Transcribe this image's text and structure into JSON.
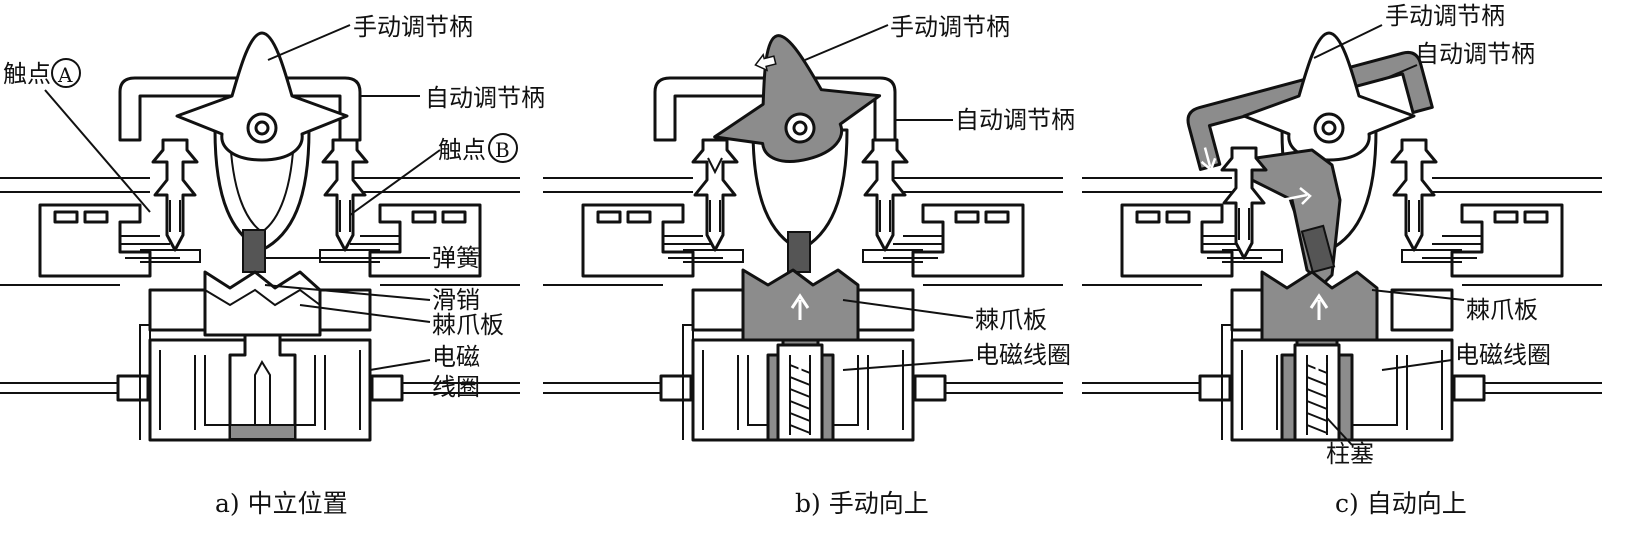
{
  "colors": {
    "line": "#111111",
    "shade": "#8c8c8c",
    "dark": "#555555",
    "background": "#ffffff"
  },
  "panels": [
    {
      "caption": "a) 中立位置",
      "labels": {
        "manual_handle": "手动调节柄",
        "auto_handle": "自动调节柄",
        "contact_a": "触点",
        "contact_a_mark": "A",
        "contact_b": "触点",
        "contact_b_mark": "B",
        "spring": "弹簧",
        "slide_pin": "滑销",
        "ratchet_plate": "棘爪板",
        "coil_line1": "电磁",
        "coil_line2": "线圈"
      }
    },
    {
      "caption": "b) 手动向上",
      "labels": {
        "manual_handle": "手动调节柄",
        "auto_handle": "自动调节柄",
        "ratchet_plate": "棘爪板",
        "coil": "电磁线圈"
      }
    },
    {
      "caption": "c) 自动向上",
      "labels": {
        "manual_handle": "手动调节柄",
        "auto_handle": "自动调节柄",
        "ratchet_plate": "棘爪板",
        "coil": "电磁线圈",
        "plunger": "柱塞"
      }
    }
  ]
}
